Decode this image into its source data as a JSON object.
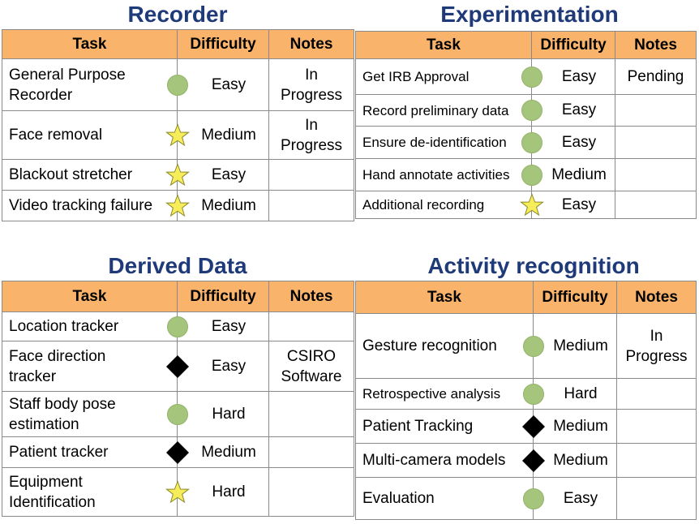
{
  "headers": {
    "task": "Task",
    "difficulty": "Difficulty",
    "notes": "Notes"
  },
  "panels": [
    {
      "title": "Recorder",
      "rows": [
        {
          "task": "General Purpose Recorder",
          "marker": "green-circle",
          "difficulty": "Easy",
          "notes": "In Progress"
        },
        {
          "task": "Face removal",
          "marker": "yellow-star",
          "difficulty": "Medium",
          "notes": "In Progress"
        },
        {
          "task": "Blackout stretcher",
          "marker": "yellow-star",
          "difficulty": "Easy",
          "notes": ""
        },
        {
          "task": "Video tracking failure",
          "marker": "yellow-star",
          "difficulty": "Medium",
          "notes": ""
        }
      ]
    },
    {
      "title": "Experimentation",
      "rows": [
        {
          "task": "Get IRB Approval",
          "marker": "green-circle",
          "difficulty": "Easy",
          "notes": "Pending"
        },
        {
          "task": "Record preliminary data",
          "marker": "green-circle",
          "difficulty": "Easy",
          "notes": ""
        },
        {
          "task": "Ensure de-identification",
          "marker": "green-circle",
          "difficulty": "Easy",
          "notes": ""
        },
        {
          "task": "Hand annotate activities",
          "marker": "green-circle",
          "difficulty": "Medium",
          "notes": ""
        },
        {
          "task": "Additional recording",
          "marker": "yellow-star",
          "difficulty": "Easy",
          "notes": ""
        }
      ]
    },
    {
      "title": "Derived Data",
      "rows": [
        {
          "task": "Location tracker",
          "marker": "green-circle",
          "difficulty": "Easy",
          "notes": ""
        },
        {
          "task": "Face direction tracker",
          "marker": "black-diamond",
          "difficulty": "Easy",
          "notes": "CSIRO Software"
        },
        {
          "task": "Staff body pose estimation",
          "marker": "green-circle",
          "difficulty": "Hard",
          "notes": ""
        },
        {
          "task": "Patient tracker",
          "marker": "black-diamond",
          "difficulty": "Medium",
          "notes": ""
        },
        {
          "task": "Equipment Identification",
          "marker": "yellow-star",
          "difficulty": "Hard",
          "notes": ""
        }
      ]
    },
    {
      "title": "Activity recognition",
      "rows": [
        {
          "task": "Gesture recognition",
          "marker": "green-circle",
          "difficulty": "Medium",
          "notes": "In Progress"
        },
        {
          "task": "Retrospective analysis",
          "marker": "green-circle",
          "difficulty": "Hard",
          "notes": ""
        },
        {
          "task": "Patient Tracking",
          "marker": "black-diamond",
          "difficulty": "Medium",
          "notes": ""
        },
        {
          "task": "Multi-camera models",
          "marker": "black-diamond",
          "difficulty": "Medium",
          "notes": ""
        },
        {
          "task": "Evaluation",
          "marker": "green-circle",
          "difficulty": "Easy",
          "notes": ""
        }
      ]
    }
  ]
}
